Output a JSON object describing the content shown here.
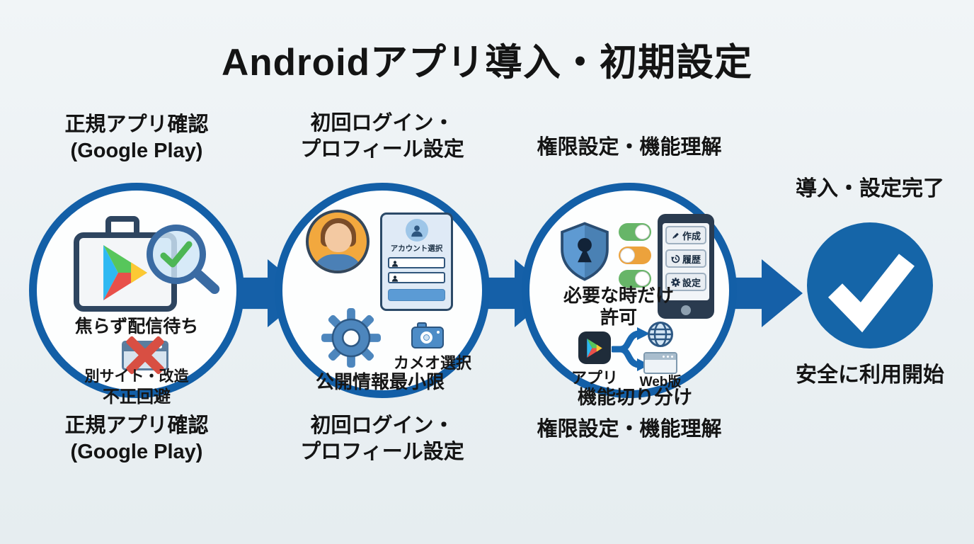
{
  "title": "Androidアプリ導入・初期設定",
  "colors": {
    "background": "#edf2f5",
    "accent_blue": "#135fa7",
    "toggle_green": "#67b568",
    "toggle_orange": "#eca23c",
    "error_red": "#d84f43",
    "check_green": "#4db655"
  },
  "icons": {
    "step1": [
      "play-store-bag-icon",
      "magnifier-check-icon",
      "blocked-site-icon"
    ],
    "step2": [
      "user-avatar-icon",
      "login-form-icon",
      "gear-icon",
      "camera-icon"
    ],
    "step3": [
      "shield-lock-icon",
      "toggle-icons",
      "smartphone-icon",
      "play-app-icon",
      "globe-icon",
      "browser-window-icon",
      "split-arrows-icon"
    ],
    "step4": [
      "check-circle-icon"
    ]
  },
  "steps": {
    "step1": {
      "top_label": [
        "正規アプリ確認",
        "(Google Play)"
      ],
      "caption_main": "焦らず配信待ち",
      "caption_sub": [
        "別サイト・改造",
        "不正回避"
      ],
      "bottom_label": [
        "正規アプリ確認",
        "(Google Play)"
      ]
    },
    "step2": {
      "top_label": [
        "初回ログイン・",
        "プロフィール設定"
      ],
      "login_card_title": "アカウント選択",
      "caption_camera": "カメオ選択",
      "caption_main": "公開情報最小限",
      "bottom_label": [
        "初回ログイン・",
        "プロフィール設定"
      ]
    },
    "step3": {
      "top_label": "権限設定・機能理解",
      "caption_permission": [
        "必要な時だけ",
        "許可"
      ],
      "phone_menu": [
        "作成",
        "履歴",
        "設定"
      ],
      "caption_app": "アプリ",
      "caption_web": "Web版",
      "caption_split": "機能切り分け",
      "bottom_label": "権限設定・機能理解"
    },
    "step4": {
      "top_label": "導入・設定完了",
      "bottom_label": "安全に利用開始"
    }
  }
}
